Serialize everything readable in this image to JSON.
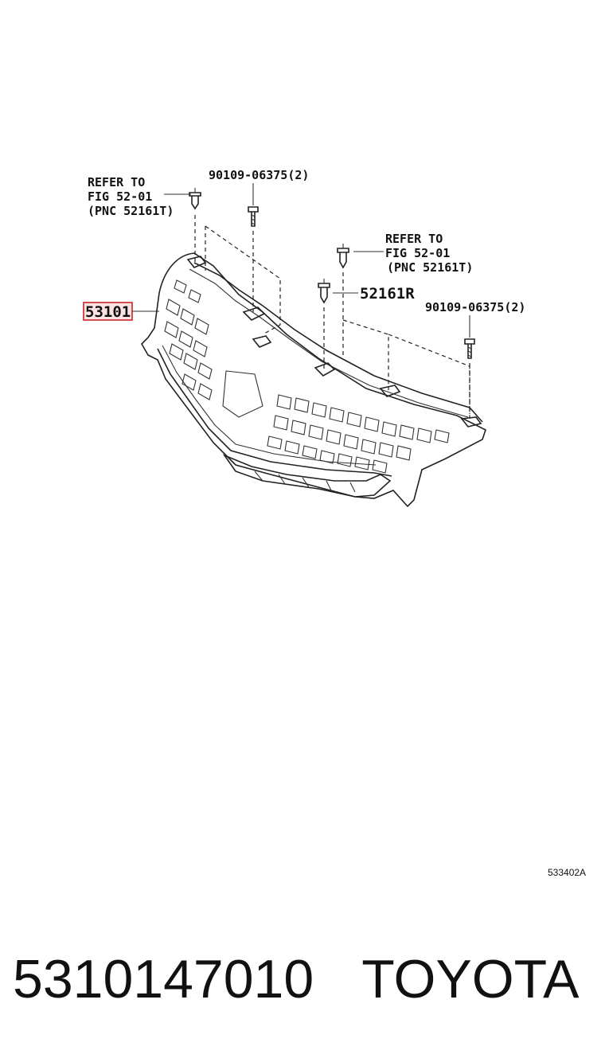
{
  "callouts": {
    "refer_top_left": [
      "REFER TO",
      "FIG 52-01",
      "(PNC 52161T)"
    ],
    "bolt_top": "90109-06375(2)",
    "refer_top_right": [
      "REFER TO",
      "FIG 52-01",
      "(PNC 52161T)"
    ],
    "part_52161r": "52161R",
    "bolt_right": "90109-06375(2)",
    "part_main": "53101"
  },
  "highlight_color": "#d23a3a",
  "diagram_id": "533402A",
  "footer": {
    "part_number": "5310147010",
    "brand": "TOYOTA"
  }
}
